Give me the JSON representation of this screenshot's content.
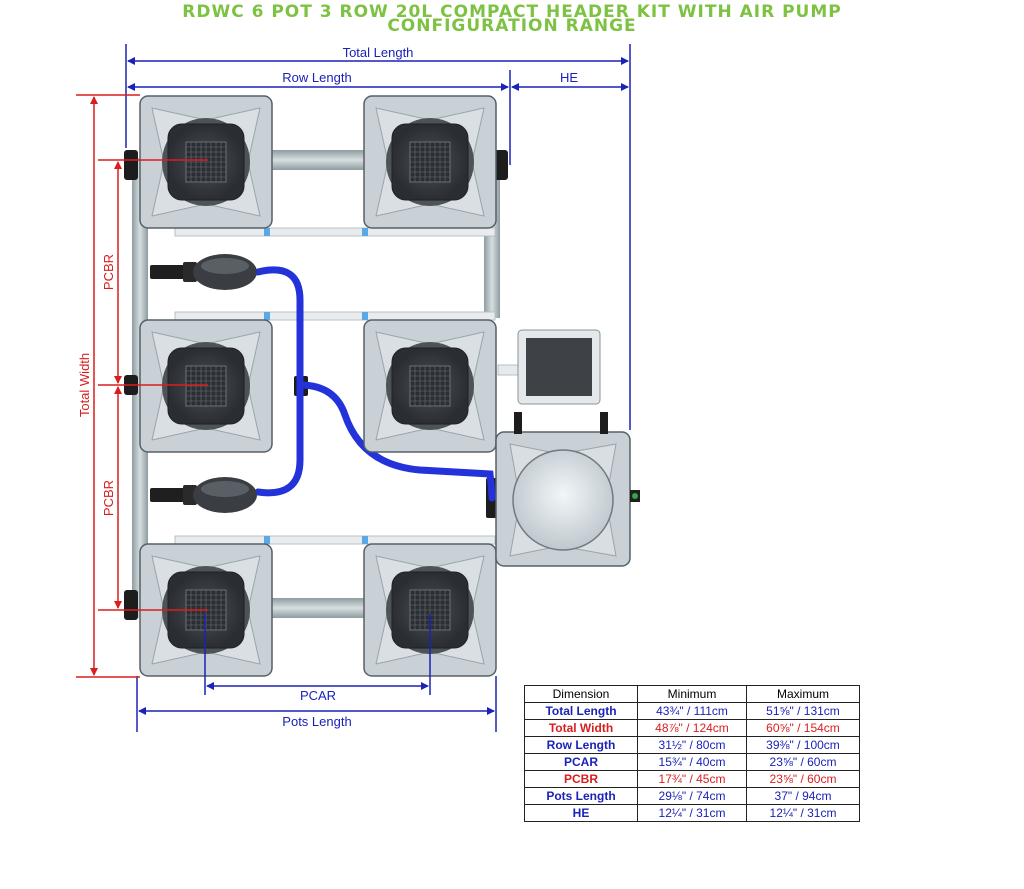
{
  "title": {
    "line1": "RDWC 6 POT 3 ROW 20L COMPACT HEADER KIT WITH AIR PUMP",
    "line2": "CONFIGURATION RANGE"
  },
  "labels": {
    "total_length": "Total Length",
    "row_length": "Row Length",
    "he": "HE",
    "total_width": "Total Width",
    "pcbr_top": "PCBR",
    "pcbr_bottom": "PCBR",
    "pcar": "PCAR",
    "pots_length": "Pots Length"
  },
  "colors": {
    "title": "#7dc242",
    "blue_dimension": "#1a22b8",
    "red_dimension": "#d91e1e",
    "pot": "#c9d0d6",
    "lid": "#3a3f45",
    "pipe": "#b8c3c6",
    "air_tube": "#2433d9",
    "controller": "#555a60"
  },
  "table": {
    "headers": [
      "Dimension",
      "Minimum",
      "Maximum"
    ],
    "rows": [
      {
        "dimension": "Total Length",
        "minimum": "43¾\" / 111cm",
        "maximum": "51⅝\" / 131cm",
        "color": "blue"
      },
      {
        "dimension": "Total Width",
        "minimum": "48⅞\" / 124cm",
        "maximum": "60⅝\" / 154cm",
        "color": "red"
      },
      {
        "dimension": "Row Length",
        "minimum": "31½\" / 80cm",
        "maximum": "39⅜\" / 100cm",
        "color": "blue"
      },
      {
        "dimension": "PCAR",
        "minimum": "15¾\" / 40cm",
        "maximum": "23⅝\" / 60cm",
        "color": "blue"
      },
      {
        "dimension": "PCBR",
        "minimum": "17¾\" / 45cm",
        "maximum": "23⅝\" / 60cm",
        "color": "red"
      },
      {
        "dimension": "Pots Length",
        "minimum": "29⅛\" / 74cm",
        "maximum": "37\" / 94cm",
        "color": "blue"
      },
      {
        "dimension": "HE",
        "minimum": "12¼\" / 31cm",
        "maximum": "12¼\" / 31cm",
        "color": "blue"
      }
    ]
  }
}
